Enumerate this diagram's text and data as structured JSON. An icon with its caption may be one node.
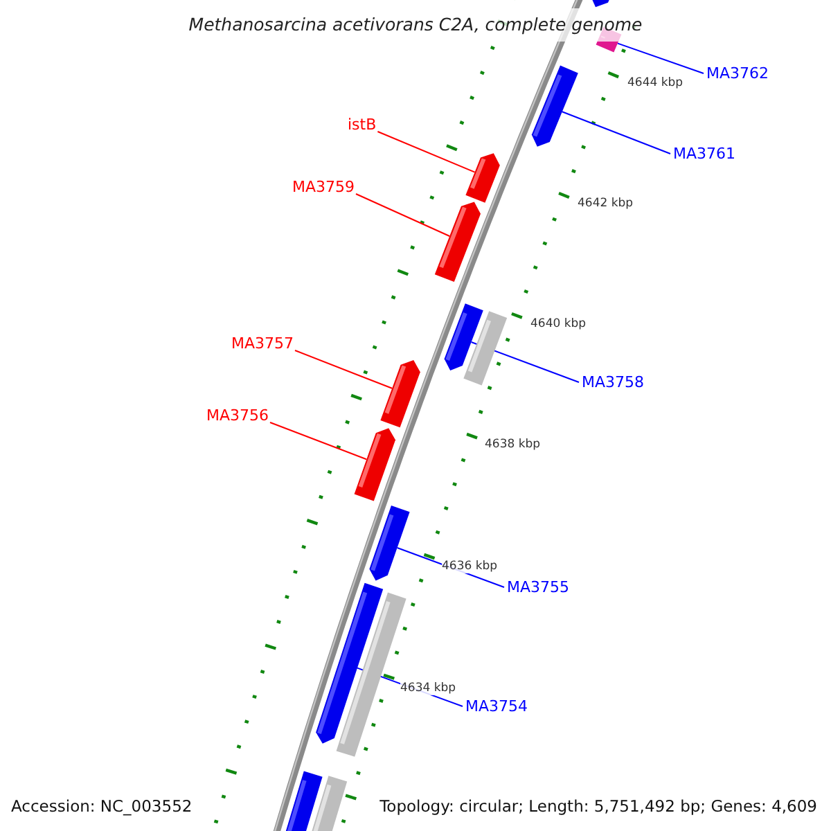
{
  "diagram": {
    "title": "Methanosarcina acetivorans C2A, complete genome",
    "nodes": [
      {
        "text": [
          "MA3762"
        ]
      },
      {
        "text": [],
        "shape": "box"
      },
      {
        "text": [
          "istB"
        ]
      },
      {
        "text": [],
        "shape": "pentagon"
      },
      {
        "text": [
          "MA3761"
        ]
      },
      {
        "text": [],
        "shape": "pentagon"
      },
      {
        "text": [
          "MA3759"
        ]
      },
      {
        "text": [],
        "shape": "pentagon"
      },
      {
        "text": [
          "MA3757"
        ]
      },
      {
        "text": [],
        "shape": "pentagon"
      },
      {
        "text": [
          "MA3758"
        ]
      },
      {
        "text": [],
        "shape": "pentagon"
      },
      {
        "text": [
          "MA3756"
        ]
      },
      {
        "text": [],
        "shape": "pentagon"
      },
      {
        "text": [
          "MA3755"
        ]
      },
      {
        "text": [],
        "shape": "pentagon"
      },
      {
        "text": [
          "MA3754"
        ]
      },
      {
        "text": [],
        "shape": "pentagon"
      }
    ],
    "edges": [
      {
        "from": 0,
        "to": 1,
        "arrow": "none"
      },
      {
        "from": 2,
        "to": 3,
        "arrow": "none",
        "color": "#ff0000"
      },
      {
        "from": 4,
        "to": 5,
        "arrow": "none"
      },
      {
        "from": 6,
        "to": 7,
        "arrow": "none",
        "color": "#ff0000"
      },
      {
        "from": 8,
        "to": 9,
        "arrow": "none",
        "color": "#ff0000"
      },
      {
        "from": 10,
        "to": 11,
        "arrow": "none"
      },
      {
        "from": 12,
        "to": 13,
        "arrow": "none",
        "color": "#ff0000"
      },
      {
        "from": 14,
        "to": 15,
        "arrow": "none"
      },
      {
        "from": 16,
        "to": 17,
        "arrow": "none"
      }
    ],
    "labels": [
      "4644 kbp",
      "4642 kbp",
      "4640 kbp",
      "4638 kbp",
      "4636 kbp",
      "4634 kbp",
      "Accession: NC_003552",
      "Topology: circular; Length: 5,751,492 bp; Genes: 4,609"
    ]
  }
}
